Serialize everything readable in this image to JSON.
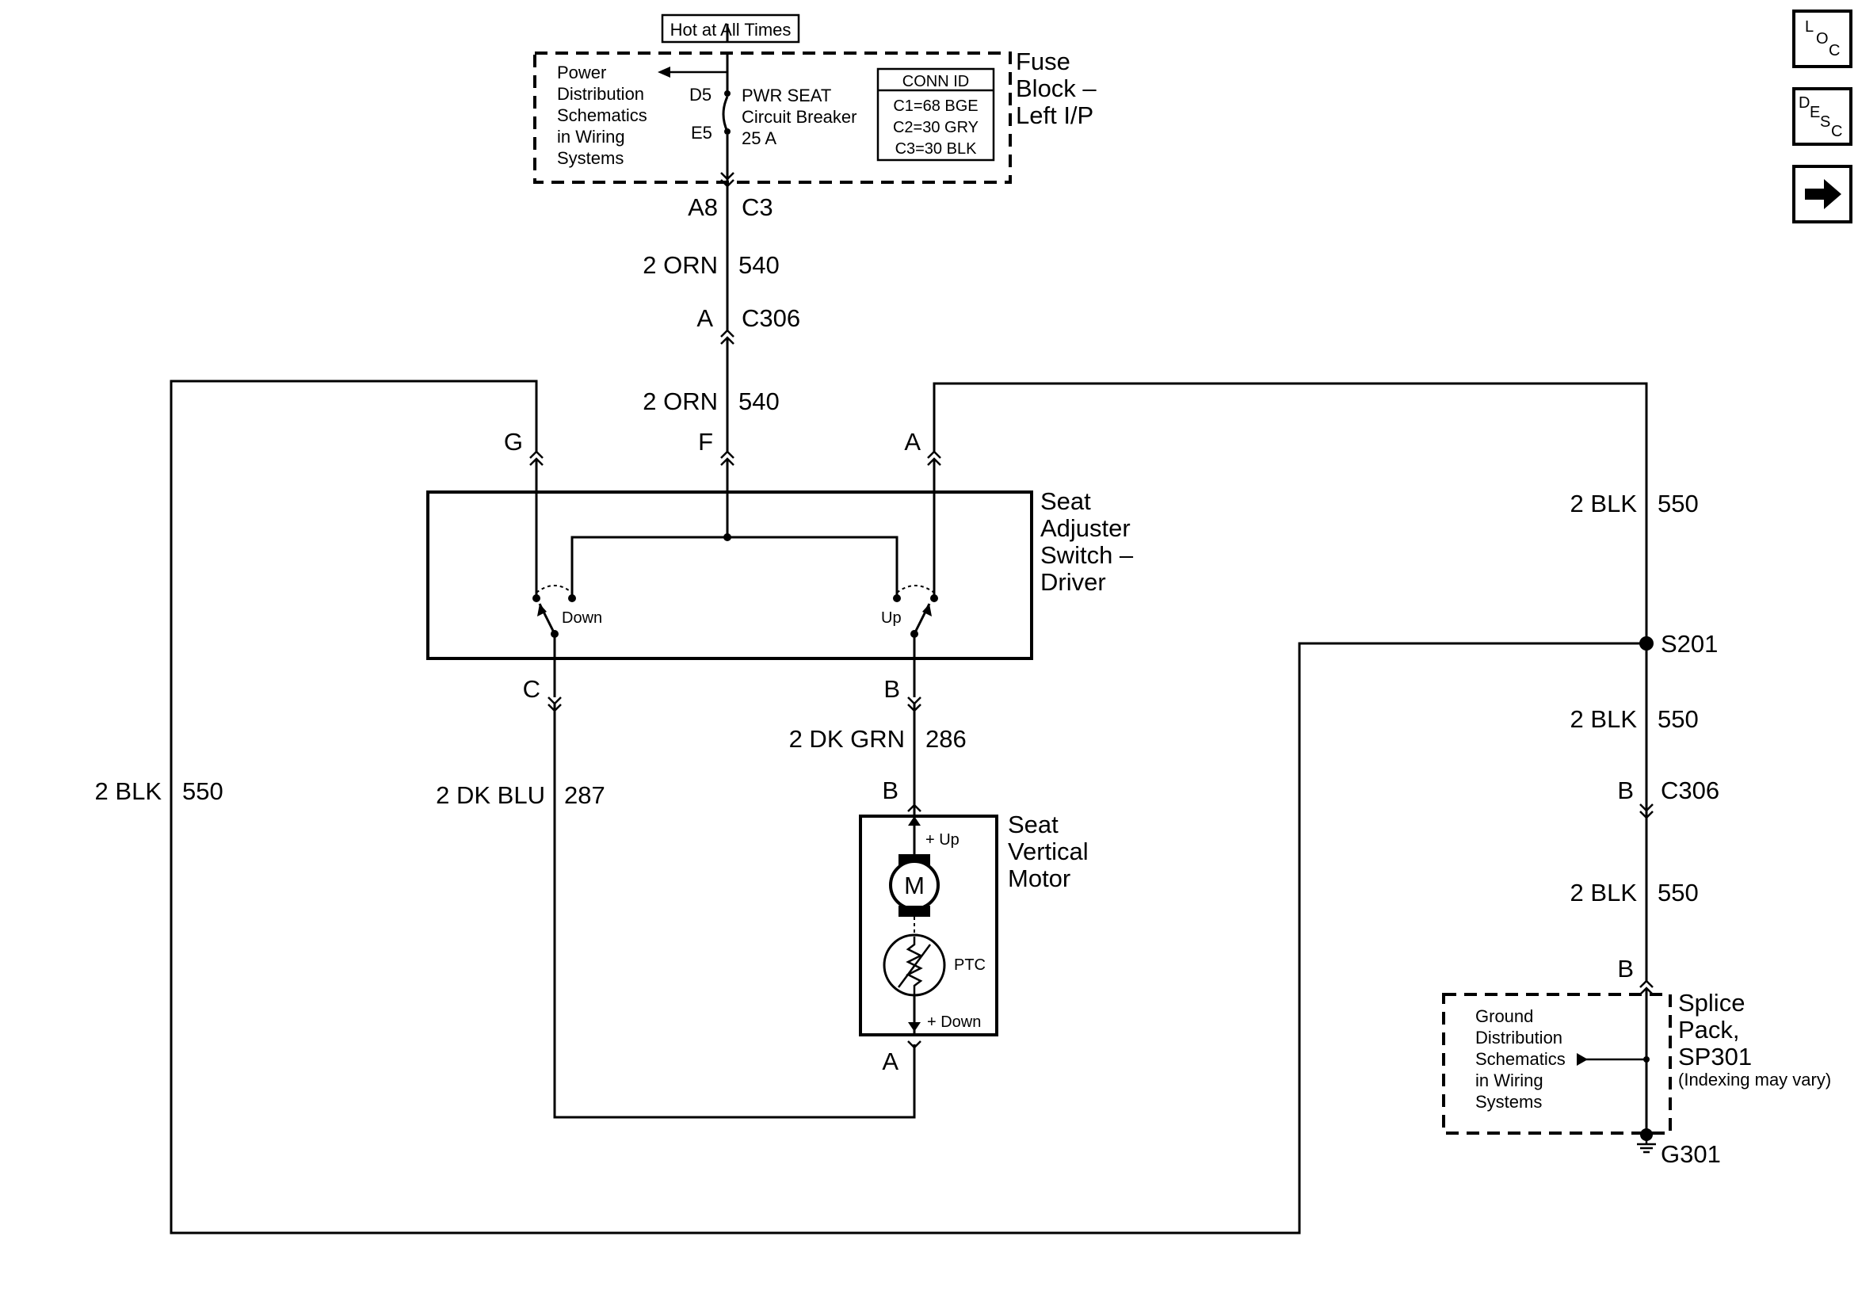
{
  "header": {
    "hot_label": "Hot at All Times"
  },
  "fuse_block": {
    "title_line1": "Fuse",
    "title_line2": "Block –",
    "title_line3": "Left I/P",
    "power_ref": [
      "Power",
      "Distribution",
      "Schematics",
      "in Wiring",
      "Systems"
    ],
    "pin_d5": "D5",
    "pin_e5": "E5",
    "breaker": [
      "PWR SEAT",
      "Circuit Breaker",
      "25 A"
    ],
    "conn_id": {
      "title": "CONN ID",
      "rows": [
        "C1=68 BGE",
        "C2=30 GRY",
        "C3=30 BLK"
      ]
    }
  },
  "connectors": {
    "fuse_out_pin": "A8",
    "fuse_out_conn": "C3",
    "c306_pin_a": "A",
    "c306_label": "C306",
    "switch_pin_g": "G",
    "switch_pin_f": "F",
    "switch_pin_a": "A",
    "switch_pin_c": "C",
    "switch_pin_b": "B",
    "motor_pin_b": "B",
    "motor_pin_a": "A",
    "c306_pin_b": "B",
    "c306_label_2": "C306",
    "splice_pin_b": "B"
  },
  "wires": {
    "orn_top": {
      "gauge_color": "2 ORN",
      "circuit": "540"
    },
    "orn_mid": {
      "gauge_color": "2 ORN",
      "circuit": "540"
    },
    "blk_left": {
      "gauge_color": "2 BLK",
      "circuit": "550"
    },
    "dkblu": {
      "gauge_color": "2 DK BLU",
      "circuit": "287"
    },
    "dkgrn": {
      "gauge_color": "2 DK GRN",
      "circuit": "286"
    },
    "blk_right_top": {
      "gauge_color": "2 BLK",
      "circuit": "550"
    },
    "blk_right_mid": {
      "gauge_color": "2 BLK",
      "circuit": "550"
    },
    "blk_right_low": {
      "gauge_color": "2 BLK",
      "circuit": "550"
    }
  },
  "switch": {
    "title": [
      "Seat",
      "Adjuster",
      "Switch –",
      "Driver"
    ],
    "down_label": "Down",
    "up_label": "Up"
  },
  "motor": {
    "title": [
      "Seat",
      "Vertical",
      "Motor"
    ],
    "up_label": "+ Up",
    "down_label": "+ Down",
    "motor_symbol": "M",
    "ptc_label": "PTC"
  },
  "splice": {
    "s201": "S201",
    "title": [
      "Splice",
      "Pack,",
      "SP301"
    ],
    "note": "(Indexing may vary)",
    "ground_ref": [
      "Ground",
      "Distribution",
      "Schematics",
      "in Wiring",
      "Systems"
    ],
    "g301": "G301"
  },
  "nav": {
    "loc": {
      "a": "L",
      "b": "O",
      "c": "C",
      "icon": "location-icon"
    },
    "desc": {
      "a": "D",
      "b": "E",
      "c": "S",
      "d": "C",
      "icon": "description-icon"
    },
    "next": {
      "icon": "arrow-right-icon"
    }
  }
}
